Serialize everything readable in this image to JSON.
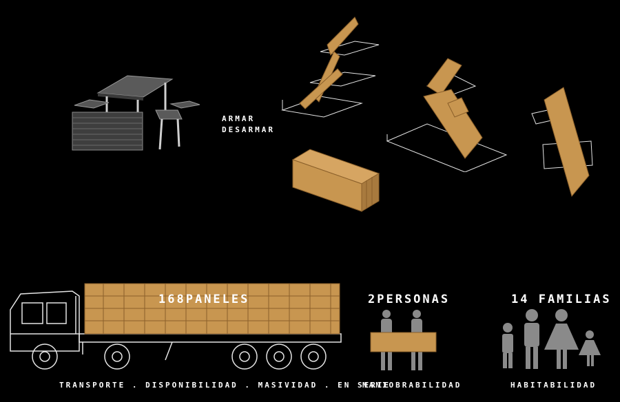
{
  "top": {
    "line1": "ARMAR",
    "line2": "DESARMAR"
  },
  "bottom": {
    "truck_count": "168",
    "truck_word": "PANELES",
    "persons_heading": "2PERSONAS",
    "families_heading": "14 FAMILIAS",
    "caption_truck": "TRANSPORTE . DISPONIBILIDAD . MASIVIDAD . EN SERIE",
    "caption_persons": "MANIOBRABILIDAD",
    "caption_families": "HABITABILIDAD"
  },
  "colors": {
    "background": "#000000",
    "wood": "#c89650",
    "wood_dark": "#8a5f2a",
    "line": "#e6e6e6",
    "figure": "#8a8a8a"
  }
}
